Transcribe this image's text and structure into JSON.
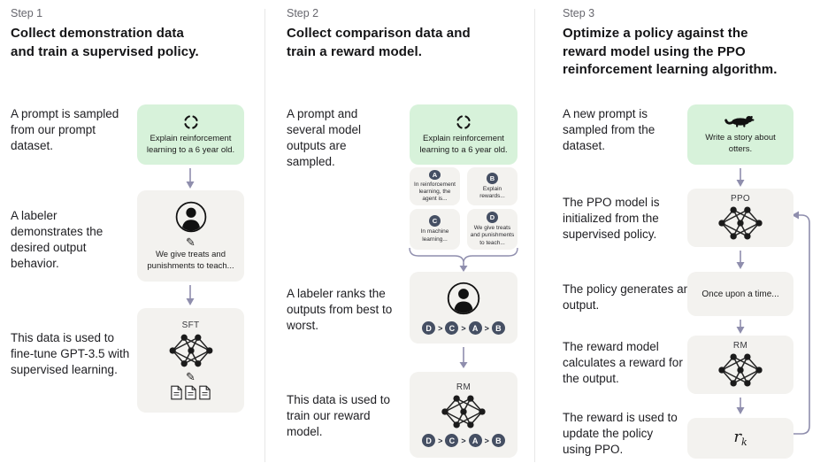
{
  "colors": {
    "green_box": "#d7f2da",
    "gray_box": "#f3f2ef",
    "badge": "#454f63",
    "arrow": "#8f8ead",
    "divider": "#e7e7e7"
  },
  "icons": {
    "cycle": "cycle-icon",
    "person": "person-icon",
    "pencil": "✎",
    "network": "neural-network-icon",
    "documents": "documents-icon",
    "otter": "otter-icon"
  },
  "rank_separator": ">",
  "steps": [
    {
      "label": "Step 1",
      "title": "Collect demonstration data and train a supervised policy.",
      "captions": [
        "A prompt is sampled from our prompt dataset.",
        "A labeler demonstrates the desired output behavior.",
        "This data is used to fine-tune GPT-3.5 with supervised learning."
      ],
      "prompt_box": {
        "text": "Explain reinforcement learning to a 6 year old."
      },
      "labeler_box": {
        "text": "We give treats and punishments to teach..."
      },
      "model_box": {
        "name": "SFT"
      }
    },
    {
      "label": "Step 2",
      "title": "Collect comparison data and train a reward model.",
      "captions": [
        "A prompt and several model outputs are sampled.",
        "A labeler ranks the outputs from best to worst.",
        "This data is used to train our reward model."
      ],
      "prompt_box": {
        "text": "Explain reinforcement learning to a 6 year old."
      },
      "outputs": [
        {
          "id": "A",
          "text": "In reinforcement learning, the agent is..."
        },
        {
          "id": "B",
          "text": "Explain rewards..."
        },
        {
          "id": "C",
          "text": "In machine learning..."
        },
        {
          "id": "D",
          "text": "We give treats and punishments to teach..."
        }
      ],
      "ranking": [
        "D",
        "C",
        "A",
        "B"
      ],
      "model_box": {
        "name": "RM"
      }
    },
    {
      "label": "Step 3",
      "title": "Optimize a policy against the reward model using the PPO reinforcement learning algorithm.",
      "captions": [
        "A new prompt is sampled from the dataset.",
        "The PPO model is initialized from the supervised policy.",
        "The policy generates an output.",
        "The reward model calculates a reward for the output.",
        "The reward is used to update the policy using PPO."
      ],
      "prompt_box": {
        "text": "Write a story about otters."
      },
      "ppo_box": {
        "name": "PPO"
      },
      "output_box": {
        "text": "Once upon a time..."
      },
      "rm_box": {
        "name": "RM"
      },
      "reward_box": {
        "symbol": "r",
        "subscript": "k"
      }
    }
  ]
}
